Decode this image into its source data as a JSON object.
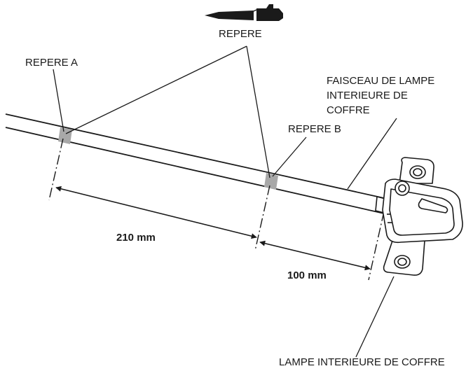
{
  "labels": {
    "repere": "REPERE",
    "repere_a": "REPERE A",
    "repere_b": "REPERE B",
    "harness": [
      "FAISCEAU DE LAMPE",
      "INTERIEURE DE",
      "COFFRE"
    ],
    "lamp": "LAMPE INTERIEURE DE COFFRE"
  },
  "dimensions": {
    "first": "210 mm",
    "second": "100 mm"
  },
  "colors": {
    "line": "#1a1a1a",
    "mark": "#a8a8a8",
    "background": "#ffffff"
  },
  "icons": {
    "marker_pen": "marker-pen-icon"
  }
}
